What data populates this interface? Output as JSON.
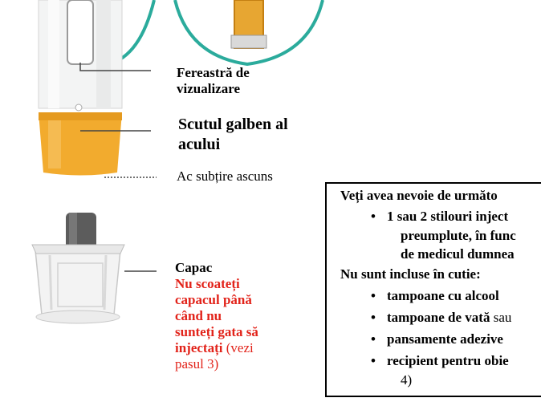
{
  "labels": {
    "window_line1": "Fereastră de",
    "window_line2": "vizualizare",
    "shield_line1": "Scutul galben al",
    "shield_line2": "acului",
    "needle": "Ac subțire ascuns",
    "cap_title": "Capac",
    "cap_warning_1": "Nu scoateți",
    "cap_warning_2": "capacul până",
    "cap_warning_3": "când nu",
    "cap_warning_4": "sunteți gata să",
    "cap_warning_5_bold": "injectați",
    "cap_warning_5_rest": " (vezi",
    "cap_warning_6": "pasul 3)"
  },
  "box": {
    "heading": "Veți avea nevoie de următo",
    "item1_line1": "1 sau 2 stilouri inject",
    "item1_line2": "preumplute, în func",
    "item1_line3": "de medicul dumnea",
    "not_included": "Nu sunt incluse în cutie:",
    "item2": "tampoane cu alcool",
    "item3_bold": "tampoane de vată",
    "item3_rest": " sau",
    "item4": "pansamente adezive",
    "item5_line1": "recipient pentru obie",
    "item5_line2": "4)"
  },
  "colors": {
    "teal": "#2bab9c",
    "yellow": "#f2ab2e",
    "warning_red": "#e2231a"
  }
}
